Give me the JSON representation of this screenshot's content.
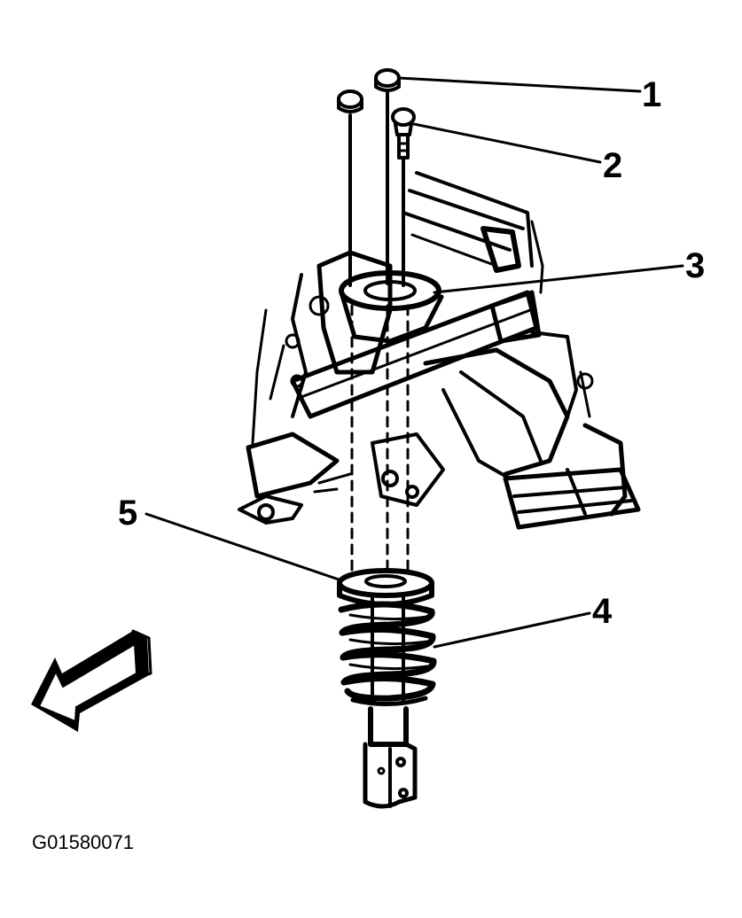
{
  "callouts": {
    "c1": "1",
    "c2": "2",
    "c3": "3",
    "c4": "4",
    "c5": "5"
  },
  "figure_id": "G01580071",
  "colors": {
    "ink": "#000000",
    "paper": "#ffffff"
  },
  "icons": {
    "direction_arrow": "front-direction-arrow-icon"
  }
}
